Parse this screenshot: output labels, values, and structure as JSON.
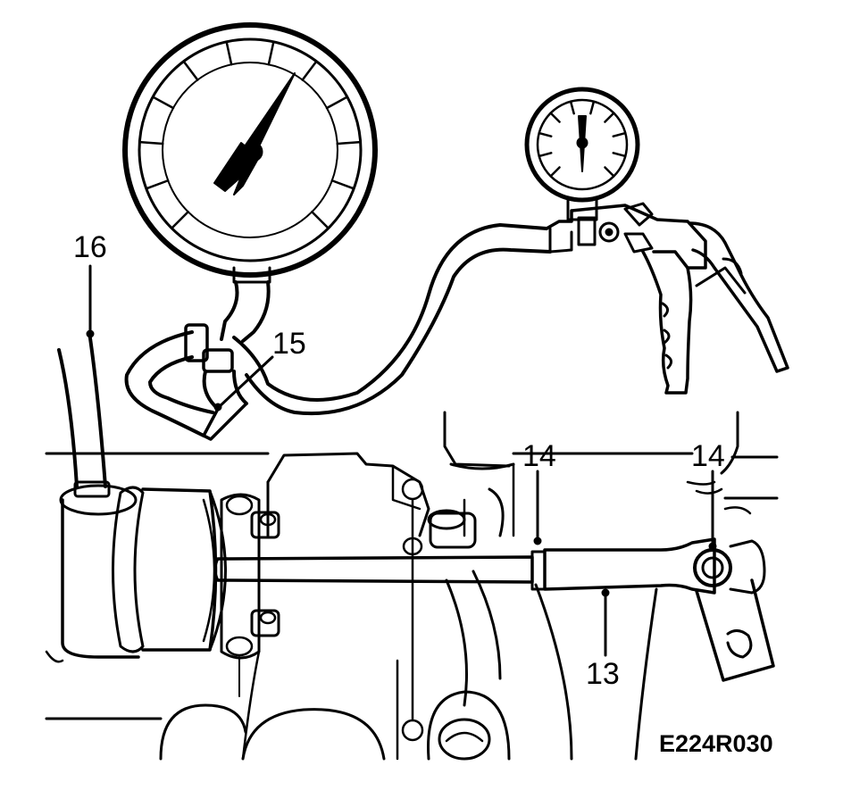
{
  "figure": {
    "code": "E224R030",
    "ink_color": "#000000",
    "paper_color": "#ffffff"
  },
  "callouts": [
    {
      "id": "label-16",
      "text": "16"
    },
    {
      "id": "label-15",
      "text": "15"
    },
    {
      "id": "label-14-left",
      "text": "14"
    },
    {
      "id": "label-14-right",
      "text": "14"
    },
    {
      "id": "label-13",
      "text": "13"
    }
  ],
  "gauges": {
    "large": {
      "tick_count": 12
    },
    "small": {
      "tick_count": 10
    }
  }
}
